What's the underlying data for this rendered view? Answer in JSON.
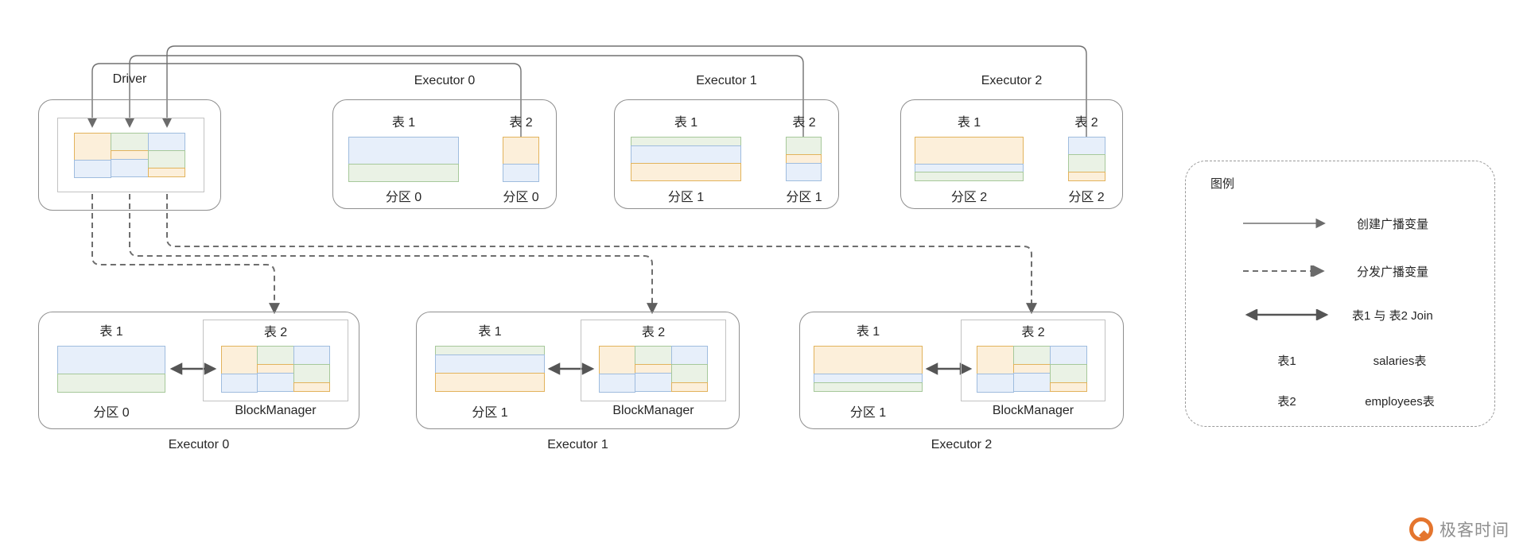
{
  "palette": {
    "orange_fill": "#fcefda",
    "orange_border": "#e2b35c",
    "green_fill": "#eaf2e5",
    "green_border": "#a6c89a",
    "blue_fill": "#e7effa",
    "blue_border": "#9fbcde",
    "line_gray": "#707070",
    "box_border": "#8f8f8f"
  },
  "driver": {
    "title": "Driver"
  },
  "block_grid": [
    [
      {
        "c": "orange",
        "h": 60
      },
      {
        "c": "blue",
        "h": 40
      }
    ],
    [
      {
        "c": "green",
        "h": 40
      },
      {
        "c": "orange",
        "h": 20
      },
      {
        "c": "blue",
        "h": 40
      }
    ],
    [
      {
        "c": "blue",
        "h": 40
      },
      {
        "c": "green",
        "h": 40
      },
      {
        "c": "orange",
        "h": 20
      }
    ]
  ],
  "top_executors": [
    {
      "title": "Executor 0",
      "table1_label": "表 1",
      "table2_label": "表 2",
      "partition1_label": "分区 0",
      "partition2_label": "分区 0",
      "table1_blocks": [
        {
          "c": "blue",
          "h": 60
        },
        {
          "c": "green",
          "h": 40
        }
      ],
      "table2_blocks": [
        {
          "c": "orange",
          "h": 60
        },
        {
          "c": "blue",
          "h": 40
        }
      ]
    },
    {
      "title": "Executor 1",
      "table1_label": "表 1",
      "table2_label": "表 2",
      "partition1_label": "分区 1",
      "partition2_label": "分区 1",
      "table1_blocks": [
        {
          "c": "green",
          "h": 20
        },
        {
          "c": "blue",
          "h": 40
        },
        {
          "c": "orange",
          "h": 40
        }
      ],
      "table2_blocks": [
        {
          "c": "green",
          "h": 40
        },
        {
          "c": "orange",
          "h": 20
        },
        {
          "c": "blue",
          "h": 40
        }
      ]
    },
    {
      "title": "Executor 2",
      "table1_label": "表 1",
      "table2_label": "表 2",
      "partition1_label": "分区 2",
      "partition2_label": "分区 2",
      "table1_blocks": [
        {
          "c": "orange",
          "h": 60
        },
        {
          "c": "blue",
          "h": 20
        },
        {
          "c": "green",
          "h": 20
        }
      ],
      "table2_blocks": [
        {
          "c": "blue",
          "h": 40
        },
        {
          "c": "green",
          "h": 40
        },
        {
          "c": "orange",
          "h": 20
        }
      ]
    }
  ],
  "bottom_executors": [
    {
      "title": "Executor 0",
      "table1_label": "表 1",
      "table2_label": "表 2",
      "partition_label": "分区 0",
      "blockmanager_label": "BlockManager",
      "table1_blocks": [
        {
          "c": "blue",
          "h": 60
        },
        {
          "c": "green",
          "h": 40
        }
      ]
    },
    {
      "title": "Executor 1",
      "table1_label": "表 1",
      "table2_label": "表 2",
      "partition_label": "分区 1",
      "blockmanager_label": "BlockManager",
      "table1_blocks": [
        {
          "c": "green",
          "h": 20
        },
        {
          "c": "blue",
          "h": 40
        },
        {
          "c": "orange",
          "h": 40
        }
      ]
    },
    {
      "title": "Executor 2",
      "table1_label": "表 1",
      "table2_label": "表 2",
      "partition_label": "分区 1",
      "blockmanager_label": "BlockManager",
      "table1_blocks": [
        {
          "c": "orange",
          "h": 60
        },
        {
          "c": "blue",
          "h": 20
        },
        {
          "c": "green",
          "h": 20
        }
      ]
    }
  ],
  "legend": {
    "title": "图例",
    "items": [
      {
        "arrow": "solid",
        "label": "创建广播变量"
      },
      {
        "arrow": "dashed",
        "label": "分发广播变量"
      },
      {
        "arrow": "double",
        "label": "表1 与 表2 Join"
      }
    ],
    "mappings": [
      {
        "key": "表1",
        "value": "salaries表"
      },
      {
        "key": "表2",
        "value": "employees表"
      }
    ]
  },
  "logo": {
    "text": "极客时间"
  }
}
